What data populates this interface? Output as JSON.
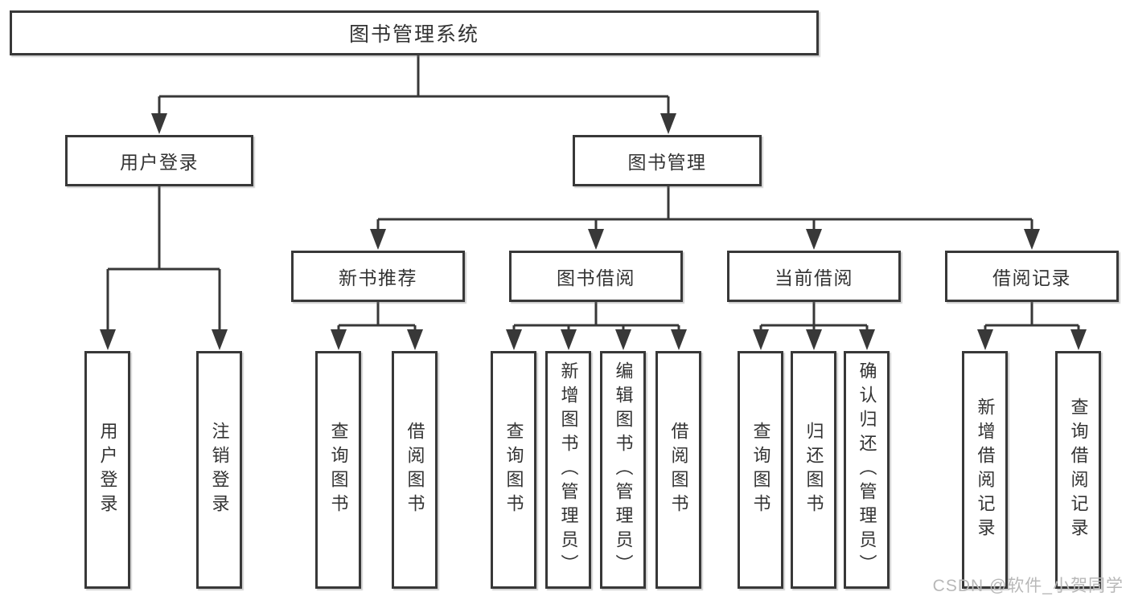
{
  "diagram": {
    "type": "tree",
    "root": {
      "label": "图书管理系统"
    },
    "level2": [
      {
        "label": "用户登录"
      },
      {
        "label": "图书管理"
      }
    ],
    "level3": [
      {
        "label": "新书推荐",
        "parent": "图书管理"
      },
      {
        "label": "图书借阅",
        "parent": "图书管理"
      },
      {
        "label": "当前借阅",
        "parent": "图书管理"
      },
      {
        "label": "借阅记录",
        "parent": "图书管理"
      }
    ],
    "leaves": [
      {
        "label": "用户登录",
        "parent": "用户登录"
      },
      {
        "label": "注销登录",
        "parent": "用户登录"
      },
      {
        "label": "查询图书",
        "parent": "新书推荐"
      },
      {
        "label": "借阅图书",
        "parent": "新书推荐"
      },
      {
        "label": "查询图书",
        "parent": "图书借阅"
      },
      {
        "label": "新增图书（管理员）",
        "parent": "图书借阅"
      },
      {
        "label": "编辑图书（管理员）",
        "parent": "图书借阅"
      },
      {
        "label": "借阅图书",
        "parent": "图书借阅"
      },
      {
        "label": "查询图书",
        "parent": "当前借阅"
      },
      {
        "label": "归还图书",
        "parent": "当前借阅"
      },
      {
        "label": "确认归还（管理员）",
        "parent": "当前借阅"
      },
      {
        "label": "新增借阅记录",
        "parent": "借阅记录"
      },
      {
        "label": "查询借阅记录",
        "parent": "借阅记录"
      }
    ]
  },
  "watermark": {
    "text": "CSDN @软件_小贺同学",
    "color": "#b8b8b8"
  },
  "colors": {
    "line": "#383838",
    "border": "#383838",
    "text": "#333333",
    "background": "#ffffff"
  }
}
